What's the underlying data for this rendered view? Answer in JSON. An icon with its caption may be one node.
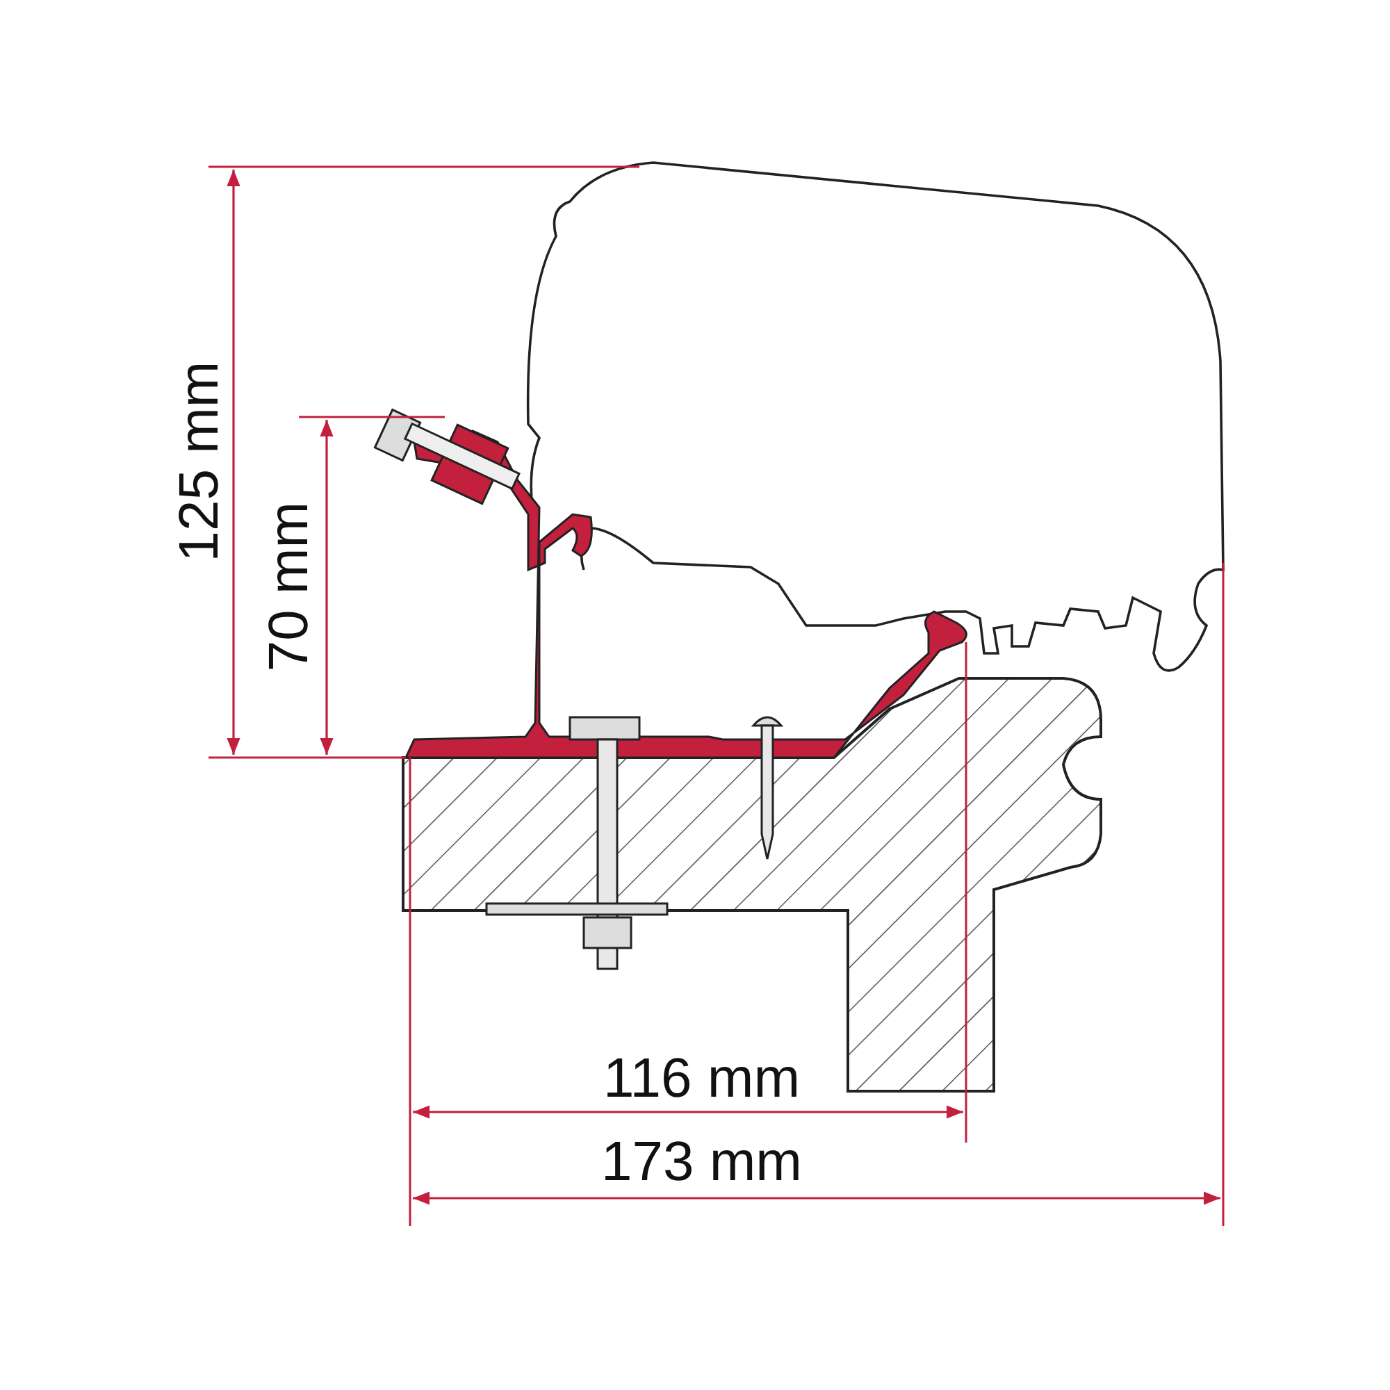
{
  "diagram": {
    "labels": [
      "125 mm",
      "70 mm",
      "116 mm",
      "173 mm"
    ]
  }
}
